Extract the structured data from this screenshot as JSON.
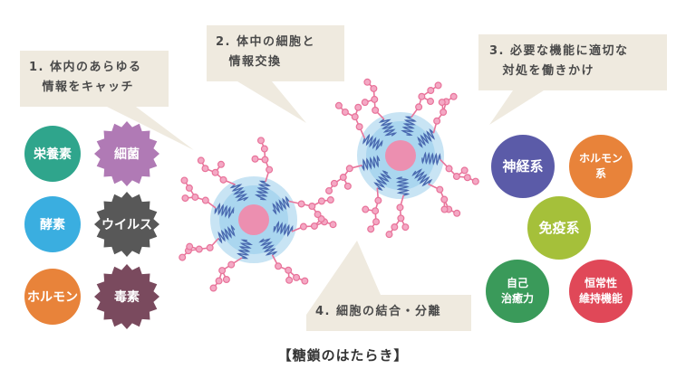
{
  "bubbles": {
    "catch": "1. 体内のあらゆる\n　情報をキャッチ",
    "exchange": "2. 体中の細胞と\n　情報交換",
    "respond": "3. 必要な機能に適切な\n　対処を働きかけ",
    "bond": "4. 細胞の結合・分離"
  },
  "left_items": [
    {
      "label": "栄養素",
      "color": "#2fa58c",
      "shape": "circle"
    },
    {
      "label": "細菌",
      "color": "#b07ab5",
      "shape": "star"
    },
    {
      "label": "酵素",
      "color": "#3aaee0",
      "shape": "circle"
    },
    {
      "label": "ウイルス",
      "color": "#585858",
      "shape": "star"
    },
    {
      "label": "ホルモン",
      "color": "#e8833a",
      "shape": "circle"
    },
    {
      "label": "毒素",
      "color": "#7a4a5e",
      "shape": "star"
    }
  ],
  "right_items": [
    {
      "label": "神経系",
      "color": "#5b5ba8"
    },
    {
      "label": "ホルモン\n系",
      "color": "#e8833a"
    },
    {
      "label": "免疫系",
      "color": "#a5c03a"
    },
    {
      "label": "自己\n治癒力",
      "color": "#3a9a5a"
    },
    {
      "label": "恒常性\n維持機能",
      "color": "#e04858"
    }
  ],
  "caption": "【糖鎖のはたらき】",
  "colors": {
    "bubble": "#efeadf",
    "chain": "#e8739a",
    "bead": "#f4a8c4",
    "spring": "#4a6ab0",
    "cell_outer": "#c8e4f4",
    "cell_ring": "#9cd0ec",
    "nucleus": "#ec8fb0"
  }
}
